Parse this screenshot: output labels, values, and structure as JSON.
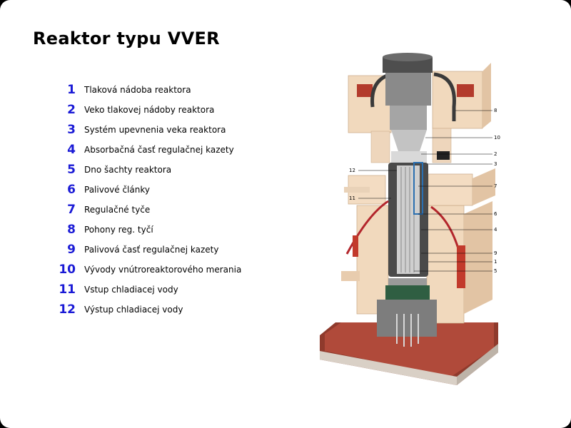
{
  "title": "Reaktor typu VVER",
  "legend": [
    {
      "num": "1",
      "label": "Tlaková nádoba reaktora"
    },
    {
      "num": "2",
      "label": "Veko tlakovej nádoby reaktora"
    },
    {
      "num": "3",
      "label": "Systém upevnenia veka reaktora"
    },
    {
      "num": "4",
      "label": "Absorbačná časť regulačnej kazety"
    },
    {
      "num": "5",
      "label": "Dno šachty reaktora"
    },
    {
      "num": "6",
      "label": "Palivové články"
    },
    {
      "num": "7",
      "label": "Regulačné tyče"
    },
    {
      "num": "8",
      "label": "Pohony reg. tyčí"
    },
    {
      "num": "9",
      "label": "Palivová časť regulačnej kazety"
    },
    {
      "num": "10",
      "label": "Vývody vnútroreaktorového merania"
    },
    {
      "num": "11",
      "label": "Vstup chladiacej vody"
    },
    {
      "num": "12",
      "label": "Výstup chladiacej vody"
    }
  ],
  "callouts": [
    "8",
    "10",
    "2",
    "3",
    "12",
    "7",
    "11",
    "6",
    "4",
    "9",
    "1",
    "5"
  ],
  "colors": {
    "accent_number": "#1a1ad6",
    "concrete": "#f1d9bd",
    "pipe": "#b3262c",
    "base": "#a33e2f",
    "vessel": "#4a4a4a"
  }
}
